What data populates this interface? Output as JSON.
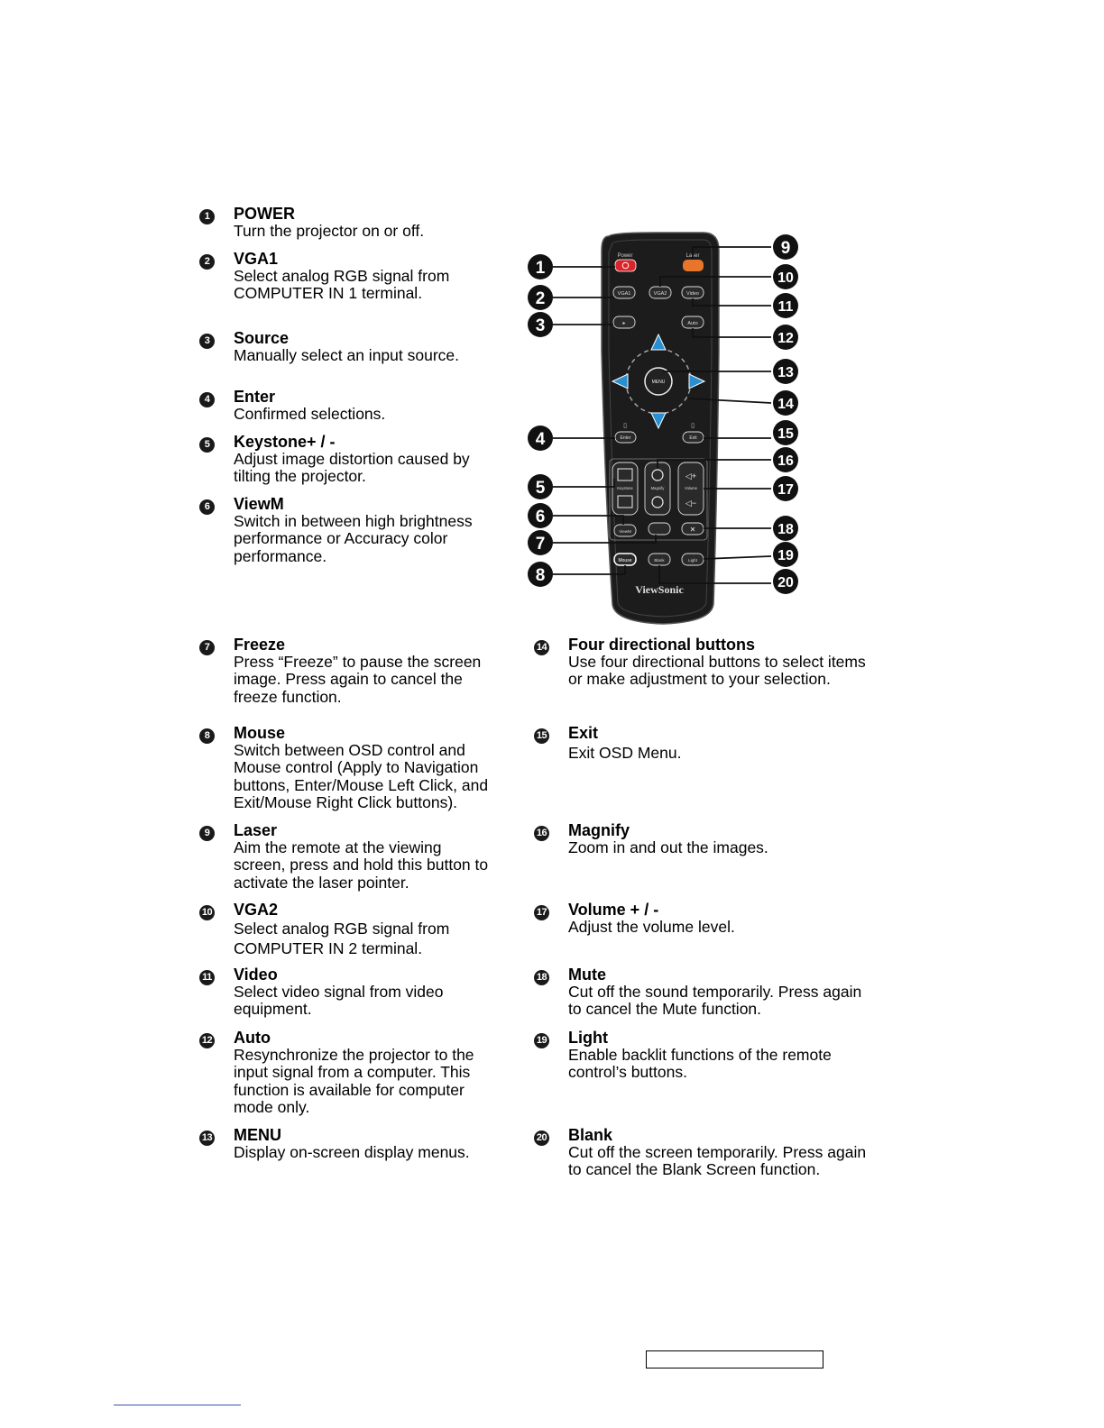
{
  "items": [
    {
      "n": "1",
      "title": "POWER",
      "desc": "Turn the projector on or off."
    },
    {
      "n": "2",
      "title": "VGA1",
      "desc": "Select analog RGB signal from\nCOMPUTER IN 1 terminal."
    },
    {
      "n": "3",
      "title": "Source",
      "desc": "Manually select an input source."
    },
    {
      "n": "4",
      "title": "Enter",
      "desc": "Confirmed selections."
    },
    {
      "n": "5",
      "title": "Keystone+ / -",
      "desc": "Adjust image distortion caused by\ntilting the projector."
    },
    {
      "n": "6",
      "title": "ViewM",
      "desc": "Switch in between high brightness\nperformance or Accuracy color\nperformance."
    },
    {
      "n": "7",
      "title": "Freeze",
      "desc": "Press “Freeze” to pause the screen\nimage. Press again to cancel the\nfreeze function."
    },
    {
      "n": "8",
      "title": "Mouse",
      "desc": "Switch between OSD control and\nMouse control (Apply to Navigation\nbuttons, Enter/Mouse Left Click, and\nExit/Mouse Right Click buttons)."
    },
    {
      "n": "9",
      "title": "Laser",
      "desc": "Aim the remote at the viewing\nscreen, press and hold this button to\nactivate the laser pointer."
    },
    {
      "n": "10",
      "title": "VGA2",
      "desc": "Select analog RGB signal from\nCOMPUTER IN 2 terminal."
    },
    {
      "n": "11",
      "title": "Video",
      "desc": "Select video signal from video\nequipment."
    },
    {
      "n": "12",
      "title": "Auto",
      "desc": "Resynchronize the projector to the\ninput signal from a computer. This\nfunction is available for computer\nmode only."
    },
    {
      "n": "13",
      "title": "MENU",
      "desc": "Display on-screen display menus."
    },
    {
      "n": "14",
      "title": "Four directional buttons",
      "desc": "Use four directional buttons to select items\nor make adjustment to your selection."
    },
    {
      "n": "15",
      "title": "Exit",
      "desc": "Exit OSD Menu."
    },
    {
      "n": "16",
      "title": "Magnify",
      "desc": "Zoom in and out the images."
    },
    {
      "n": "17",
      "title": "Volume + / -",
      "desc": "Adjust the volume level."
    },
    {
      "n": "18",
      "title": "Mute",
      "desc": "Cut off the sound temporarily. Press again\nto cancel the Mute function."
    },
    {
      "n": "19",
      "title": "Light",
      "desc": "Enable backlit functions of the remote\ncontrol’s buttons."
    },
    {
      "n": "20",
      "title": "Blank",
      "desc": "Cut off the screen temporarily. Press again\nto cancel the Blank Screen function."
    }
  ],
  "remote": {
    "brand": "ViewSonic",
    "buttons": {
      "power": "Power",
      "laser": "Laser",
      "vga1": "VGA1",
      "vga2": "VGA2",
      "video": "Video",
      "auto": "Auto",
      "menu": "MENU",
      "enter": "Enter",
      "exit": "Exit",
      "keystone": "Keystone",
      "magnify": "Magnify",
      "volume": "Volume",
      "viewm": "ViewM",
      "mouse": "Mouse",
      "blank": "Blank",
      "light": "Light"
    },
    "callouts": [
      "1",
      "2",
      "3",
      "4",
      "5",
      "6",
      "7",
      "8",
      "9",
      "10",
      "11",
      "12",
      "13",
      "14",
      "15",
      "16",
      "17",
      "18",
      "19",
      "20"
    ]
  },
  "colors": {
    "power": "#d8242a",
    "laser": "#e8762a",
    "arrow": "#2a8fd0",
    "body": "#1c1c1c"
  }
}
